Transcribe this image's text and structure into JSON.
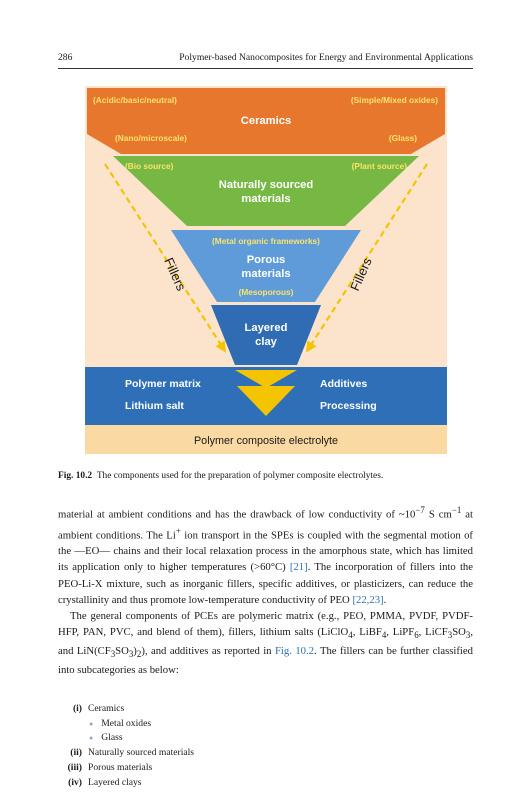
{
  "header": {
    "page_number": "286",
    "running_title": "Polymer-based Nanocomposites for Energy and Environmental Applications"
  },
  "figure": {
    "ceramics": {
      "title": "Ceramics",
      "top_left": "(Acidic/basic/neutral)",
      "top_right": "(Simple/Mixed oxides)",
      "bottom_left": "(Nano/microscale)",
      "bottom_right": "(Glass)",
      "color": "#e8772e"
    },
    "natural": {
      "title_line1": "Naturally sourced",
      "title_line2": "materials",
      "left": "(Bio source)",
      "right": "(Plant source)",
      "color": "#76b843"
    },
    "porous": {
      "top": "(Metal organic frameworks)",
      "title_line1": "Porous",
      "title_line2": "materials",
      "bottom": "(Mesoporous)",
      "color": "#5f9bd8"
    },
    "layered": {
      "title_line1": "Layered",
      "title_line2": "clay",
      "color": "#2f6cb3"
    },
    "fillers_left": "Fillers",
    "fillers_right": "Fillers",
    "band": {
      "polymer_matrix": "Polymer matrix",
      "additives": "Additives",
      "lithium_salt": "Lithium salt",
      "processing": "Processing",
      "color": "#2e6fb8"
    },
    "bottom_bar": {
      "label": "Polymer composite electrolyte",
      "color": "#fbd9a2"
    },
    "accent_yellow": "#f5c400",
    "background": "#fbe3cc"
  },
  "caption": {
    "label": "Fig. 10.2",
    "text": "The components used for the preparation of polymer composite electrolytes."
  },
  "body": {
    "p1_a": "material at ambient conditions and has the drawback of low conductivity of ~10",
    "p1_exp1": "−7",
    "p1_b": " S cm",
    "p1_exp2": "−1",
    "p1_c": " at ambient conditions. The Li",
    "p1_sup_plus": "+",
    "p1_d": " ion transport in the SPEs is coupled with the segmental motion of the —EO— chains and their local relaxation process in the amorphous state, which has limited its application only to higher temperatures (>60°C) ",
    "p1_ref1": "[21]",
    "p1_e": ". The incorporation of fillers into the PEO-Li-X mixture, such as inorganic fillers, specific additives, or plasticizers, can reduce the crystallinity and thus promote low-temperature conductivity of PEO ",
    "p1_ref2": "[22,23]",
    "p1_f": ".",
    "p2_a": "The general components of PCEs are polymeric matrix (e.g., PEO, PMMA, PVDF, PVDF-HFP, PAN, PVC, and blend of them), fillers, lithium salts (LiClO",
    "p2_sub1": "4",
    "p2_b": ", LiBF",
    "p2_sub2": "4",
    "p2_c": ", LiPF",
    "p2_sub3": "6",
    "p2_d": ", LiCF",
    "p2_sub4": "3",
    "p2_e": "SO",
    "p2_sub5": "3",
    "p2_f": ", and LiN(CF",
    "p2_sub6": "3",
    "p2_g": "SO",
    "p2_sub7": "3",
    "p2_h": ")",
    "p2_sub8": "2",
    "p2_i": "), and additives as reported in ",
    "p2_ref": "Fig. 10.2",
    "p2_j": ". The fillers can be further classified into subcategories as below:"
  },
  "list": [
    {
      "num": "(i)",
      "text": "Ceramics"
    },
    {
      "sub": "Metal oxides"
    },
    {
      "sub": "Glass"
    },
    {
      "num": "(ii)",
      "text": "Naturally sourced materials"
    },
    {
      "num": "(iii)",
      "text": "Porous materials"
    },
    {
      "num": "(iv)",
      "text": "Layered clays"
    }
  ]
}
